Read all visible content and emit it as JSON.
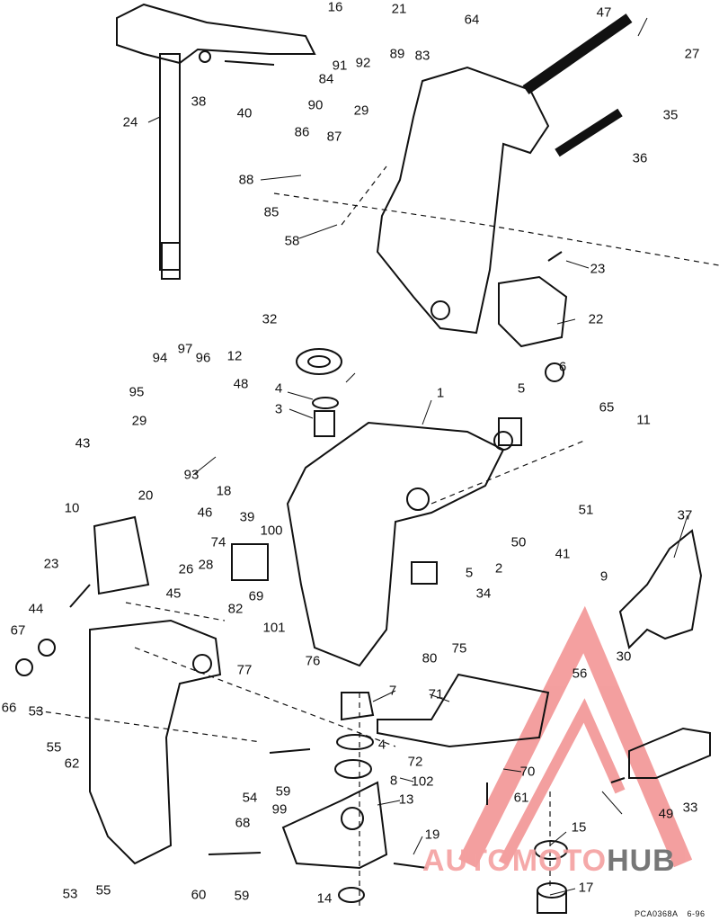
{
  "diagram": {
    "reference": "PCA0368A",
    "date": "6-96",
    "watermark": {
      "part1": "AUTOMOTO",
      "part2": "HUB",
      "accent_color": "#f08080",
      "text_color": "#777777"
    },
    "labels": [
      "16",
      "21",
      "64",
      "47",
      "27",
      "89",
      "83",
      "91",
      "92",
      "84",
      "29",
      "90",
      "86",
      "87",
      "35",
      "36",
      "24",
      "38",
      "40",
      "88",
      "85",
      "58",
      "23",
      "32",
      "22",
      "94",
      "97",
      "96",
      "12",
      "48",
      "95",
      "4",
      "3",
      "1",
      "5",
      "6",
      "65",
      "11",
      "29",
      "43",
      "93",
      "18",
      "20",
      "46",
      "39",
      "74",
      "10",
      "100",
      "51",
      "50",
      "41",
      "37",
      "2",
      "5",
      "23",
      "26",
      "28",
      "82",
      "69",
      "101",
      "45",
      "44",
      "67",
      "9",
      "34",
      "80",
      "75",
      "77",
      "76",
      "30",
      "56",
      "7",
      "71",
      "66",
      "53",
      "55",
      "62",
      "4",
      "72",
      "70",
      "8",
      "102",
      "61",
      "54",
      "59",
      "49",
      "33",
      "13",
      "99",
      "68",
      "19",
      "15",
      "53",
      "55",
      "60",
      "59",
      "14",
      "17"
    ]
  }
}
